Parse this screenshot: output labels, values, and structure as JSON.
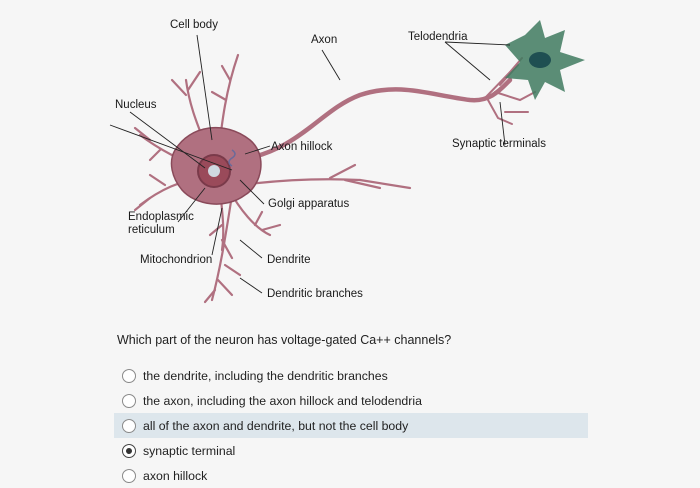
{
  "diagram": {
    "labels": {
      "cell_body": "Cell body",
      "axon": "Axon",
      "telodendria": "Telodendria",
      "nucleus": "Nucleus",
      "axon_hillock": "Axon hillock",
      "synaptic_terminals": "Synaptic terminals",
      "golgi": "Golgi apparatus",
      "er_line1": "Endoplasmic",
      "er_line2": "reticulum",
      "mitochondrion": "Mitochondrion",
      "dendrite": "Dendrite",
      "dendritic_branches": "Dendritic branches"
    },
    "colors": {
      "neuron": "#b07080",
      "neuron_dark": "#8a4a5a",
      "nucleus": "#9a4a5a",
      "target_cell": "#3f7a5f"
    }
  },
  "question": {
    "text": "Which part of the neuron has voltage-gated Ca++ channels?",
    "options": [
      {
        "label": "the dendrite, including the dendritic branches",
        "selected": false
      },
      {
        "label": "the axon, including the axon hillock and telodendria",
        "selected": false
      },
      {
        "label": "all of the axon and dendrite, but not the cell body",
        "selected": false
      },
      {
        "label": "synaptic terminal",
        "selected": true
      },
      {
        "label": "axon hillock",
        "selected": false
      }
    ],
    "highlight_color": "#dde6ec"
  }
}
